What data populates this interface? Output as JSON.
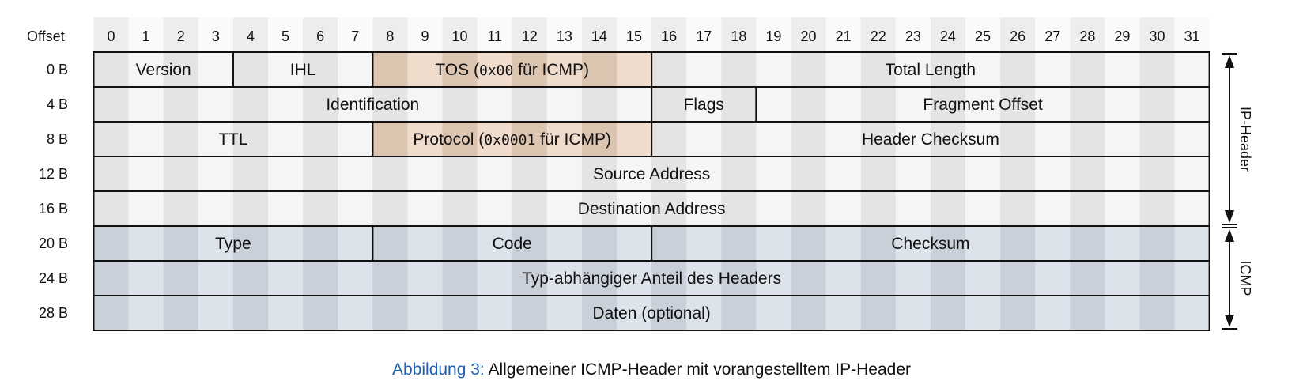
{
  "header": {
    "offset_label": "Offset",
    "bits": [
      "0",
      "1",
      "2",
      "3",
      "4",
      "5",
      "6",
      "7",
      "8",
      "9",
      "10",
      "11",
      "12",
      "13",
      "14",
      "15",
      "16",
      "17",
      "18",
      "19",
      "20",
      "21",
      "22",
      "23",
      "24",
      "25",
      "26",
      "27",
      "28",
      "29",
      "30",
      "31"
    ]
  },
  "rows": [
    {
      "offset": "0 B",
      "section": "ip",
      "fields": [
        {
          "name": "Version",
          "start": 0,
          "end": 4
        },
        {
          "name": "IHL",
          "start": 4,
          "end": 8
        },
        {
          "name": "TOS ({code} für ICMP)",
          "code": "0x00",
          "start": 8,
          "end": 16,
          "highlight": true
        },
        {
          "name": "Total Length",
          "start": 16,
          "end": 32
        }
      ]
    },
    {
      "offset": "4 B",
      "section": "ip",
      "fields": [
        {
          "name": "Identification",
          "start": 0,
          "end": 16
        },
        {
          "name": "Flags",
          "start": 16,
          "end": 19
        },
        {
          "name": "Fragment Offset",
          "start": 19,
          "end": 32
        }
      ]
    },
    {
      "offset": "8 B",
      "section": "ip",
      "fields": [
        {
          "name": "TTL",
          "start": 0,
          "end": 8
        },
        {
          "name": "Protocol ({code} für ICMP)",
          "code": "0x0001",
          "start": 8,
          "end": 16,
          "highlight": true
        },
        {
          "name": "Header Checksum",
          "start": 16,
          "end": 32
        }
      ]
    },
    {
      "offset": "12 B",
      "section": "ip",
      "fields": [
        {
          "name": "Source Address",
          "start": 0,
          "end": 32
        }
      ]
    },
    {
      "offset": "16 B",
      "section": "ip",
      "fields": [
        {
          "name": "Destination Address",
          "start": 0,
          "end": 32
        }
      ]
    },
    {
      "offset": "20 B",
      "section": "icmp",
      "fields": [
        {
          "name": "Type",
          "start": 0,
          "end": 8
        },
        {
          "name": "Code",
          "start": 8,
          "end": 16
        },
        {
          "name": "Checksum",
          "start": 16,
          "end": 32
        }
      ]
    },
    {
      "offset": "24 B",
      "section": "icmp",
      "fields": [
        {
          "name": "Typ-abhängiger Anteil des Headers",
          "start": 0,
          "end": 32
        }
      ]
    },
    {
      "offset": "28 B",
      "section": "icmp",
      "fields": [
        {
          "name": "Daten (optional)",
          "start": 0,
          "end": 32
        }
      ]
    }
  ],
  "brackets": [
    {
      "label": "IP-Header",
      "row_start": 0,
      "row_end": 5
    },
    {
      "label": "ICMP",
      "row_start": 5,
      "row_end": 8
    }
  ],
  "colors": {
    "ip_stripe_dark": "#e4e4e4",
    "ip_stripe_light": "#f5f5f5",
    "icmp_stripe_dark": "#c9d0d9",
    "icmp_stripe_light": "#dde3ea",
    "highlight_dark": "#dbc5b1",
    "highlight_light": "#efdccd",
    "border": "#111111",
    "caption_label": "#1f5fb0"
  },
  "caption": {
    "label": "Abbildung 3:",
    "text": "Allgemeiner ICMP-Header mit vorangestelltem IP-Header"
  }
}
